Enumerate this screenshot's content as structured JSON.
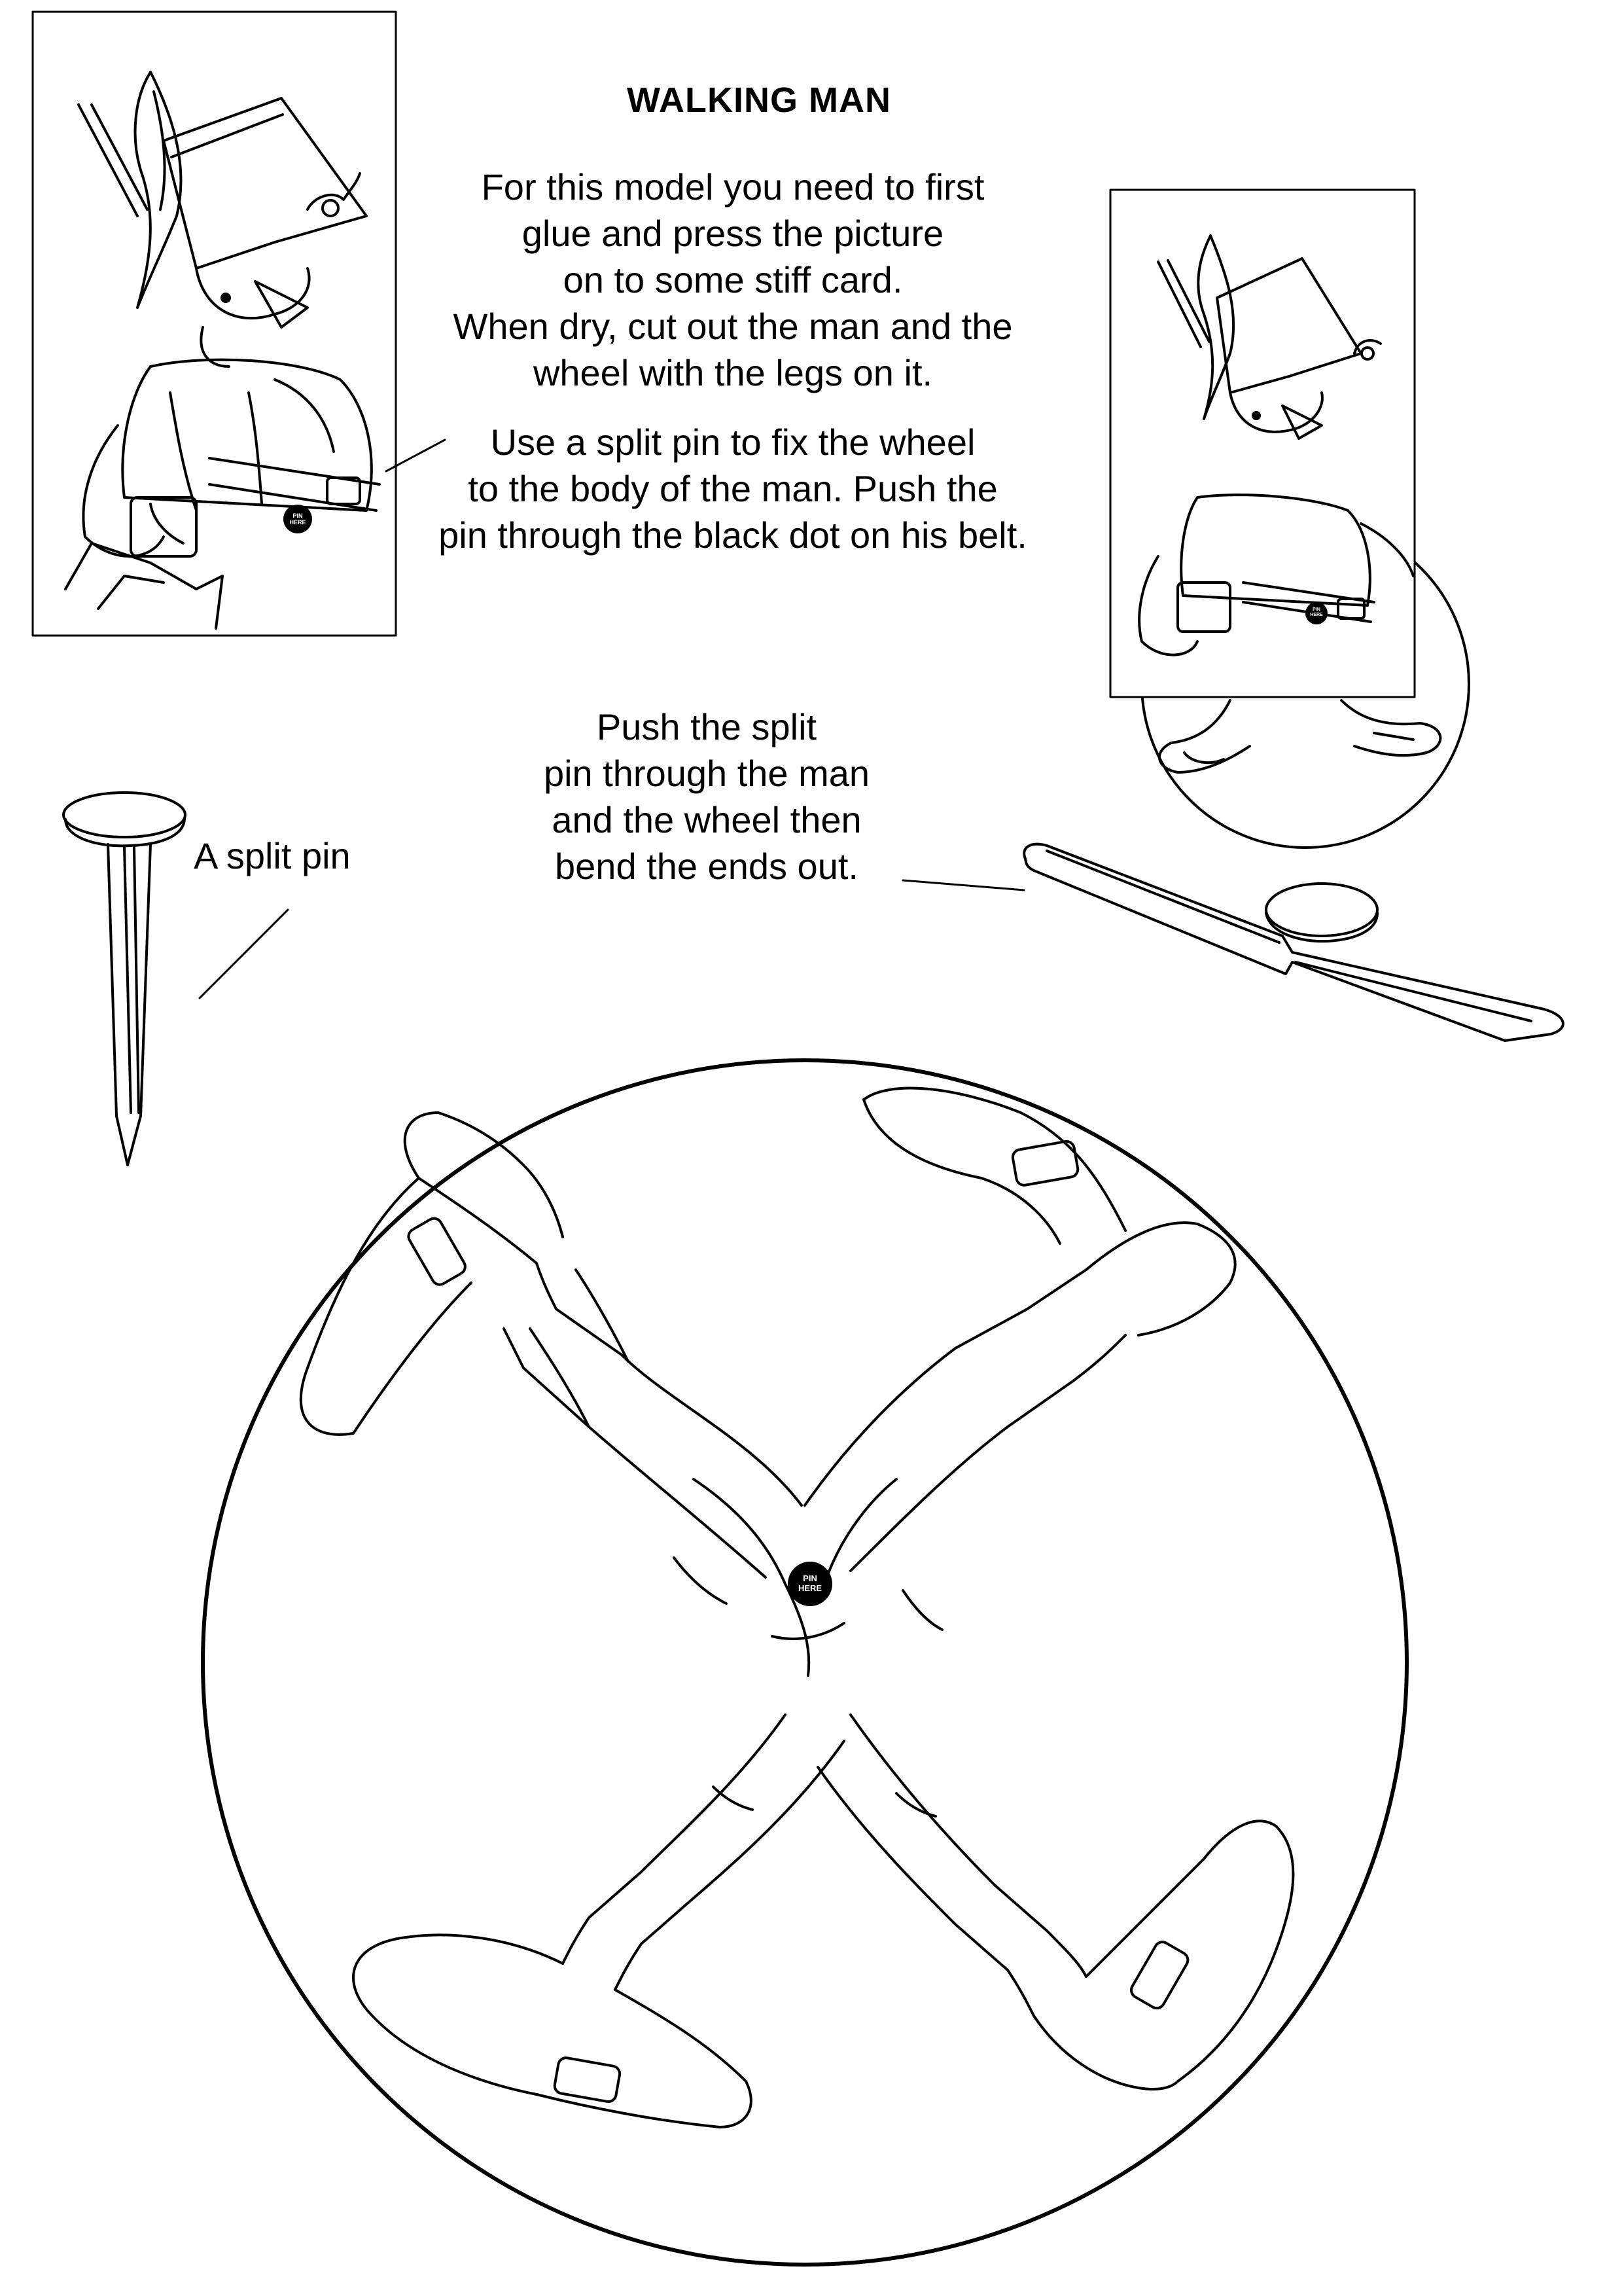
{
  "title": "WALKING MAN",
  "instructions": {
    "step1_lines": [
      "For this model you need to first",
      "glue and press the picture",
      "on to some stiff card.",
      "When dry, cut out the man and the",
      "wheel with the legs on it."
    ],
    "step2_lines": [
      "Use a split pin to fix the wheel",
      "to the body of the man. Push the",
      "pin through the black dot on his belt."
    ],
    "step3_lines": [
      "Push the split",
      "pin through the man",
      "and the wheel then",
      "bend the ends out."
    ]
  },
  "split_pin_label": "A split pin",
  "pin_marker": {
    "line1": "PIN",
    "line2": "HERE"
  },
  "colors": {
    "ink": "#000000",
    "paper": "#ffffff"
  },
  "icons": [
    "man-cutout-illustration",
    "assembled-man-illustration",
    "split-pin-icon",
    "bent-split-pin-icon",
    "leg-wheel-illustration"
  ]
}
